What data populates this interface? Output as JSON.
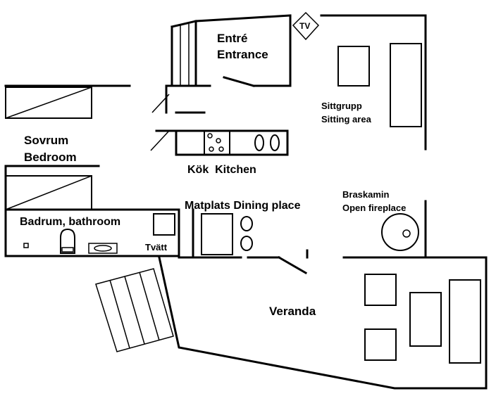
{
  "rooms": {
    "entrance": {
      "line1": "Entré",
      "line2": "Entrance"
    },
    "tv": {
      "label": "TV"
    },
    "sitting": {
      "line1": "Sittgrupp",
      "line2": "Sitting area"
    },
    "bedroom": {
      "line1": "Sovrum",
      "line2": "Bedroom"
    },
    "kitchen": {
      "label": "Kök  Kitchen"
    },
    "fireplace": {
      "line1": "Braskamin",
      "line2": "Open fireplace"
    },
    "bathroom": {
      "label": "Badrum, bathroom"
    },
    "dining": {
      "label": "Matplats Dining place"
    },
    "laundry": {
      "label": "Tvätt"
    },
    "veranda": {
      "label": "Veranda"
    }
  }
}
